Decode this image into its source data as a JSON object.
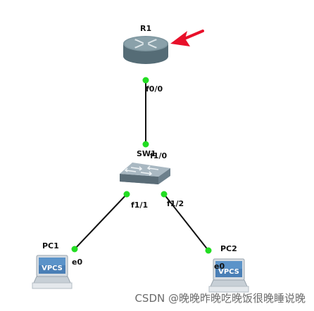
{
  "colors": {
    "link": "#111111",
    "port_status_up": "#22dd22",
    "arrow": "#e8102a",
    "router_body": "#6f8790",
    "switch_body": "#8ea0ad",
    "pc_screen": "#4a7fb6"
  },
  "devices": {
    "router": {
      "name": "R1",
      "icon": "router-icon"
    },
    "switch": {
      "name": "SW1",
      "icon": "ethernet-switch-icon"
    },
    "pc1": {
      "name": "PC1",
      "icon": "vpcs-icon",
      "screen_text": "VPCS"
    },
    "pc2": {
      "name": "PC2",
      "icon": "vpcs-icon",
      "screen_text": "VPCS"
    }
  },
  "ports": {
    "r1_f0_0": "f0/0",
    "sw1_f1_0": "f1/0",
    "sw1_f1_1": "f1/1",
    "sw1_f1_2": "f1/2",
    "pc1_e0": "e0",
    "pc2_e0": "e0"
  },
  "annotation": {
    "icon": "red-arrow-pointer-icon"
  },
  "watermark": "CSDN @晚晚昨晚吃晚饭很晚睡说晚"
}
